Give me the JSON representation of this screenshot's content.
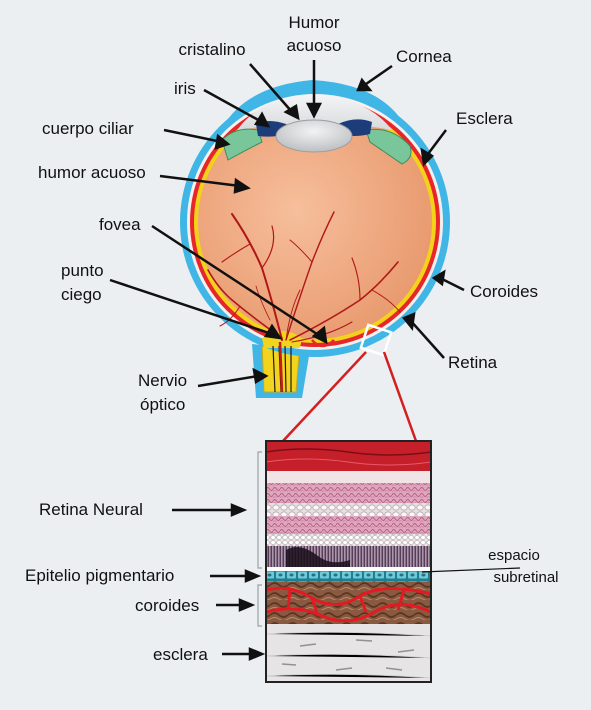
{
  "labels": {
    "humor_acuoso_top_line1": "Humor",
    "humor_acuoso_top_line2": "acuoso",
    "cristalino": "cristalino",
    "cornea": "Cornea",
    "iris": "iris",
    "esclera_top": "Esclera",
    "cuerpo_ciliar": "cuerpo ciliar",
    "humor_acuoso": "humor acuoso",
    "fovea": "fovea",
    "punto_ciego_line1": "punto",
    "punto_ciego_line2": "ciego",
    "coroides_top": "Coroides",
    "retina": "Retina",
    "nervio_optico_line1": "Nervio",
    "nervio_optico_line2": "óptico",
    "retina_neural": "Retina Neural",
    "epitelio_pigmentario": "Epitelio pigmentario",
    "coroides_bottom": "coroides",
    "esclera_bottom": "esclera",
    "espacio_subretinal_line1": "espacio",
    "espacio_subretinal_line2": "subretinal"
  },
  "colors": {
    "background": "#ebeff2",
    "sclera": "#3fb6e6",
    "choroid": "#e8262a",
    "retina_layer": "#f3d21a",
    "vitreous": "#f0a980",
    "vessel": "#b01818",
    "lens": "#d7d9db",
    "iris": "#1c3d7a",
    "ciliary": "#79c69a",
    "zoom_line": "#d31f1f",
    "pigment_epithelium": "#68c7d6"
  }
}
